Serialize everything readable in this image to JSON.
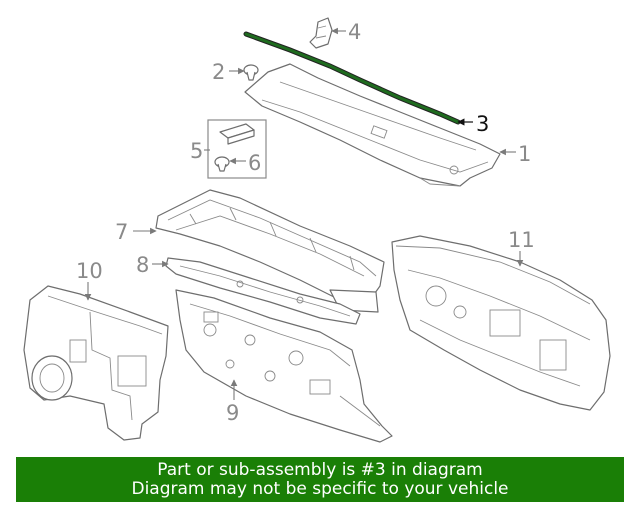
{
  "callouts": {
    "c1": "1",
    "c2": "2",
    "c3": "3",
    "c4": "4",
    "c5": "5",
    "c6": "6",
    "c7": "7",
    "c8": "8",
    "c9": "9",
    "c10": "10",
    "c11": "11"
  },
  "highlighted_part": "3",
  "highlight_color": "#1f6b1f",
  "banner": {
    "line1": "Part or sub-assembly is #3 in diagram",
    "line2": "Diagram may not be specific to your vehicle",
    "background": "#1a7f06"
  }
}
